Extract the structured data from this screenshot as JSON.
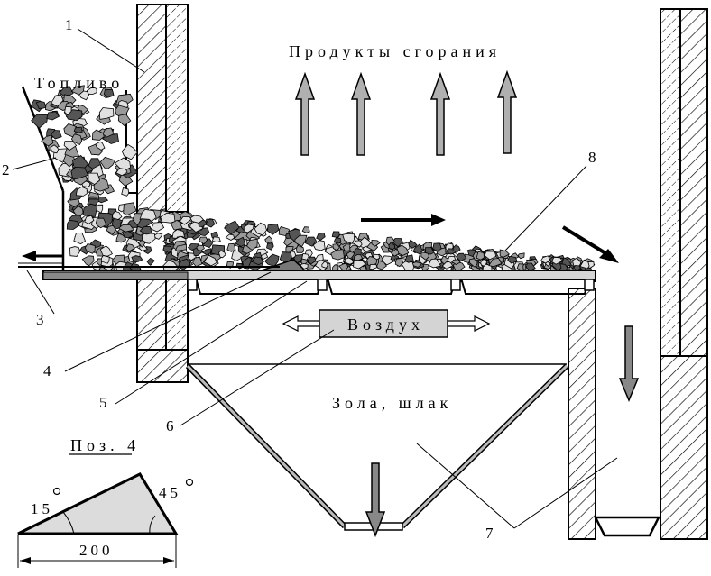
{
  "labels": {
    "fuel": "Топливо",
    "combustion_products": "Продукты сгорания",
    "air": "Воздух",
    "ash_slag": "Зола, шлак",
    "detail": "Поз. 4",
    "angle_left": "15",
    "angle_right": "45",
    "length": "200"
  },
  "callouts": [
    "1",
    "2",
    "3",
    "4",
    "5",
    "6",
    "7",
    "8"
  ],
  "colors": {
    "line": "#000000",
    "arrow_fill": "#b0b0b0",
    "box_fill": "#d4d4d4",
    "hatch": "#000000",
    "coal_dark": "#555555",
    "coal_mid": "#9a9a9a",
    "coal_light": "#e0e0e0",
    "triangle_fill": "#dcdcdc"
  }
}
